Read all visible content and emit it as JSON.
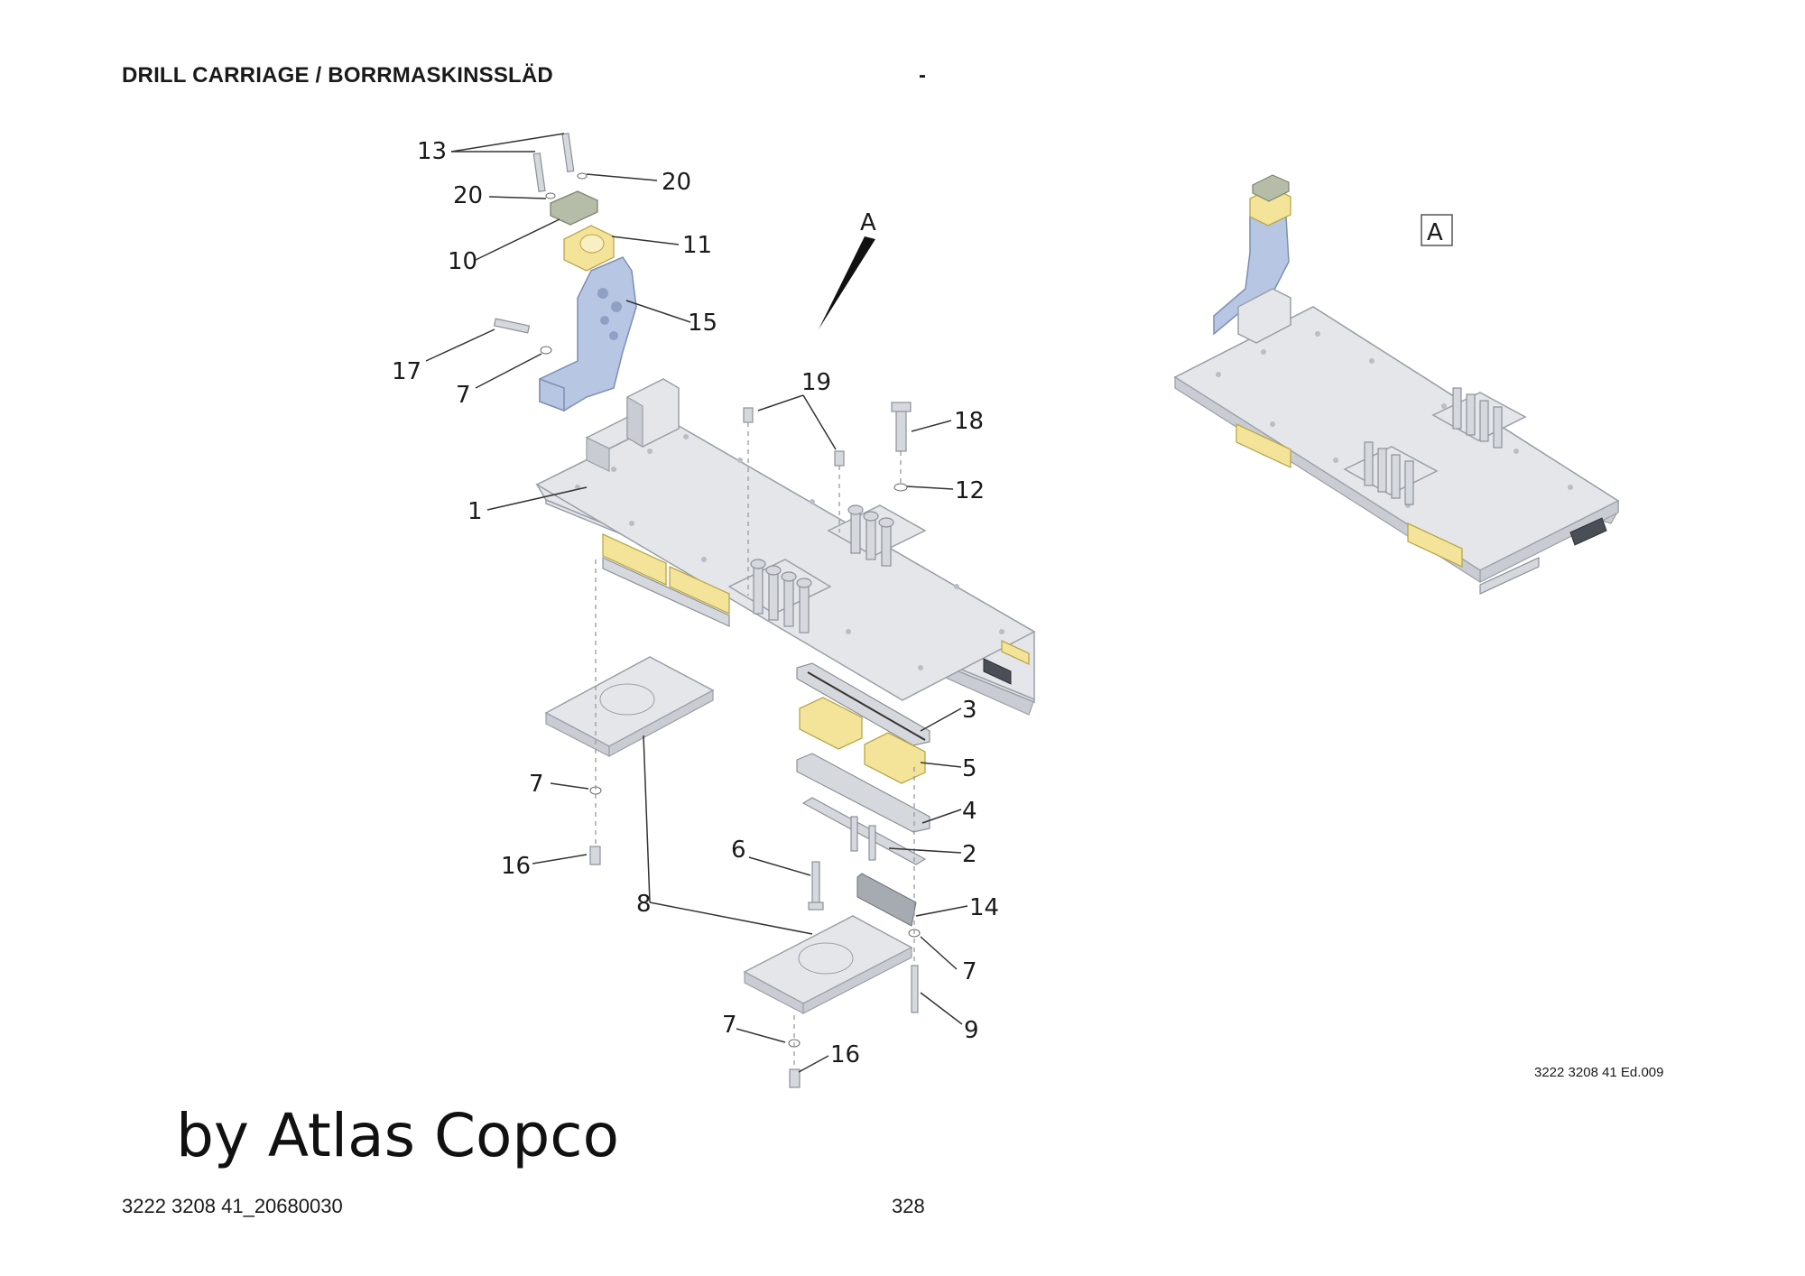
{
  "header": {
    "title": "DRILL CARRIAGE / BORRMASKINSSLÄD",
    "dash": "-"
  },
  "view_arrow": {
    "label": "A"
  },
  "detail_view": {
    "label": "A"
  },
  "callouts": [
    "13",
    "20",
    "20",
    "10",
    "11",
    "15",
    "17",
    "7",
    "19",
    "18",
    "12",
    "1",
    "3",
    "5",
    "4",
    "2",
    "6",
    "14",
    "7",
    "16",
    "8",
    "7",
    "9",
    "7",
    "16"
  ],
  "drawing_code": "3222 3208 41 Ed.009",
  "watermark": "by Atlas Copco",
  "footer": {
    "doc_number": "3222 3208 41_20680030",
    "page": "328"
  },
  "colors": {
    "plate": "#e4e6ea",
    "bracket": "#b7c6e2",
    "slide_pad": "#f3e49a"
  }
}
